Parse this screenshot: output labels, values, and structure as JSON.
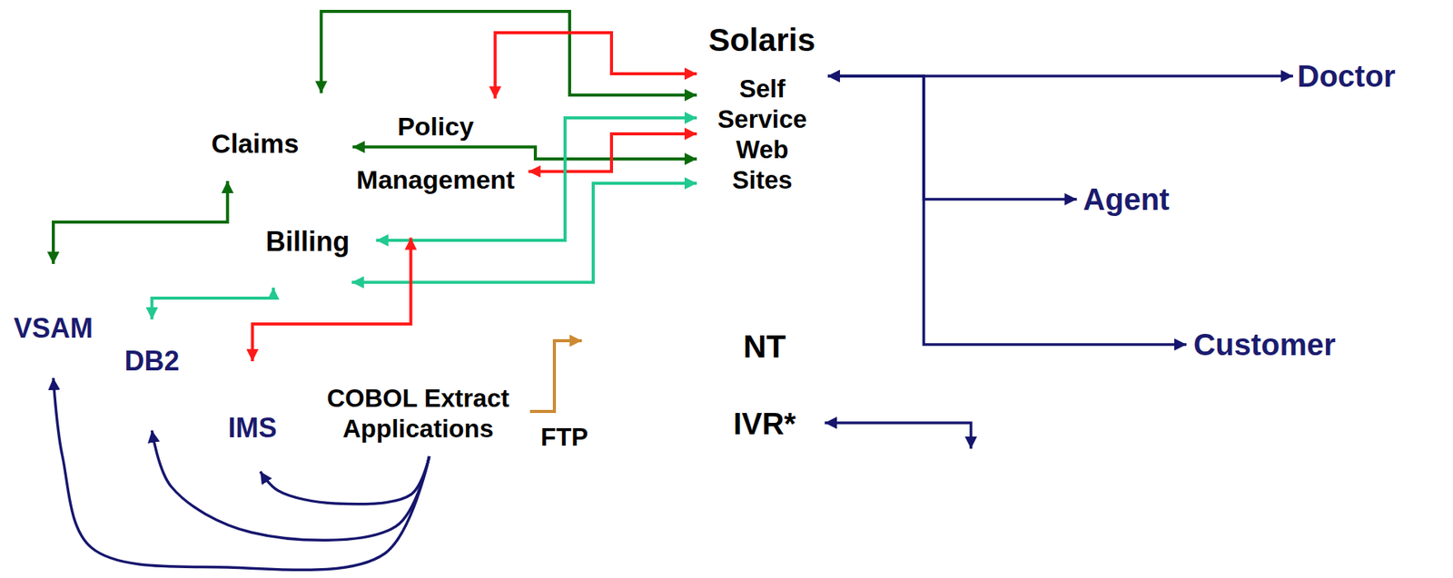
{
  "diagram": {
    "nodes": [
      {
        "text": [
          "Claims"
        ]
      },
      {
        "text": [
          "Policy Management"
        ]
      },
      {
        "text": [
          "Billing"
        ]
      },
      {
        "text": [
          "Solaris"
        ]
      },
      {
        "text": [
          "Self Service Web Sites"
        ],
        "in": 3
      },
      {
        "text": [
          "Doctor"
        ]
      },
      {
        "text": [
          "Agent"
        ]
      },
      {
        "text": [
          "Customer"
        ]
      },
      {
        "text": [
          "VSAM"
        ]
      },
      {
        "text": [
          "DB2"
        ]
      },
      {
        "text": [
          "IMS"
        ]
      },
      {
        "text": [
          "COBOL Extract Applications"
        ]
      },
      {
        "text": [
          "NT"
        ]
      },
      {
        "text": [
          "IVR*"
        ],
        "in": 12
      }
    ],
    "edges": [
      {
        "from": 0,
        "to": 4,
        "arrow": "both"
      },
      {
        "from": 1,
        "to": 4,
        "arrow": "both"
      },
      {
        "from": 0,
        "to": 4,
        "arrow": "both"
      },
      {
        "from": 1,
        "to": 4,
        "arrow": "both"
      },
      {
        "from": 2,
        "to": 4,
        "arrow": "both"
      },
      {
        "from": 2,
        "to": 4,
        "arrow": "both"
      },
      {
        "from": 0,
        "to": 8,
        "arrow": "both"
      },
      {
        "from": 2,
        "to": 9,
        "arrow": "both"
      },
      {
        "from": 1,
        "to": 10,
        "arrow": "both"
      },
      {
        "from": 11,
        "to": 10,
        "arrow": "to"
      },
      {
        "from": 11,
        "to": 9,
        "arrow": "to"
      },
      {
        "from": 11,
        "to": 8,
        "arrow": "to"
      },
      {
        "from": 4,
        "to": 5,
        "arrow": "both"
      },
      {
        "from": 4,
        "to": 6,
        "arrow": "both"
      },
      {
        "from": 4,
        "to": 7,
        "arrow": "both"
      }
    ],
    "labels": [
      "FTP"
    ]
  }
}
